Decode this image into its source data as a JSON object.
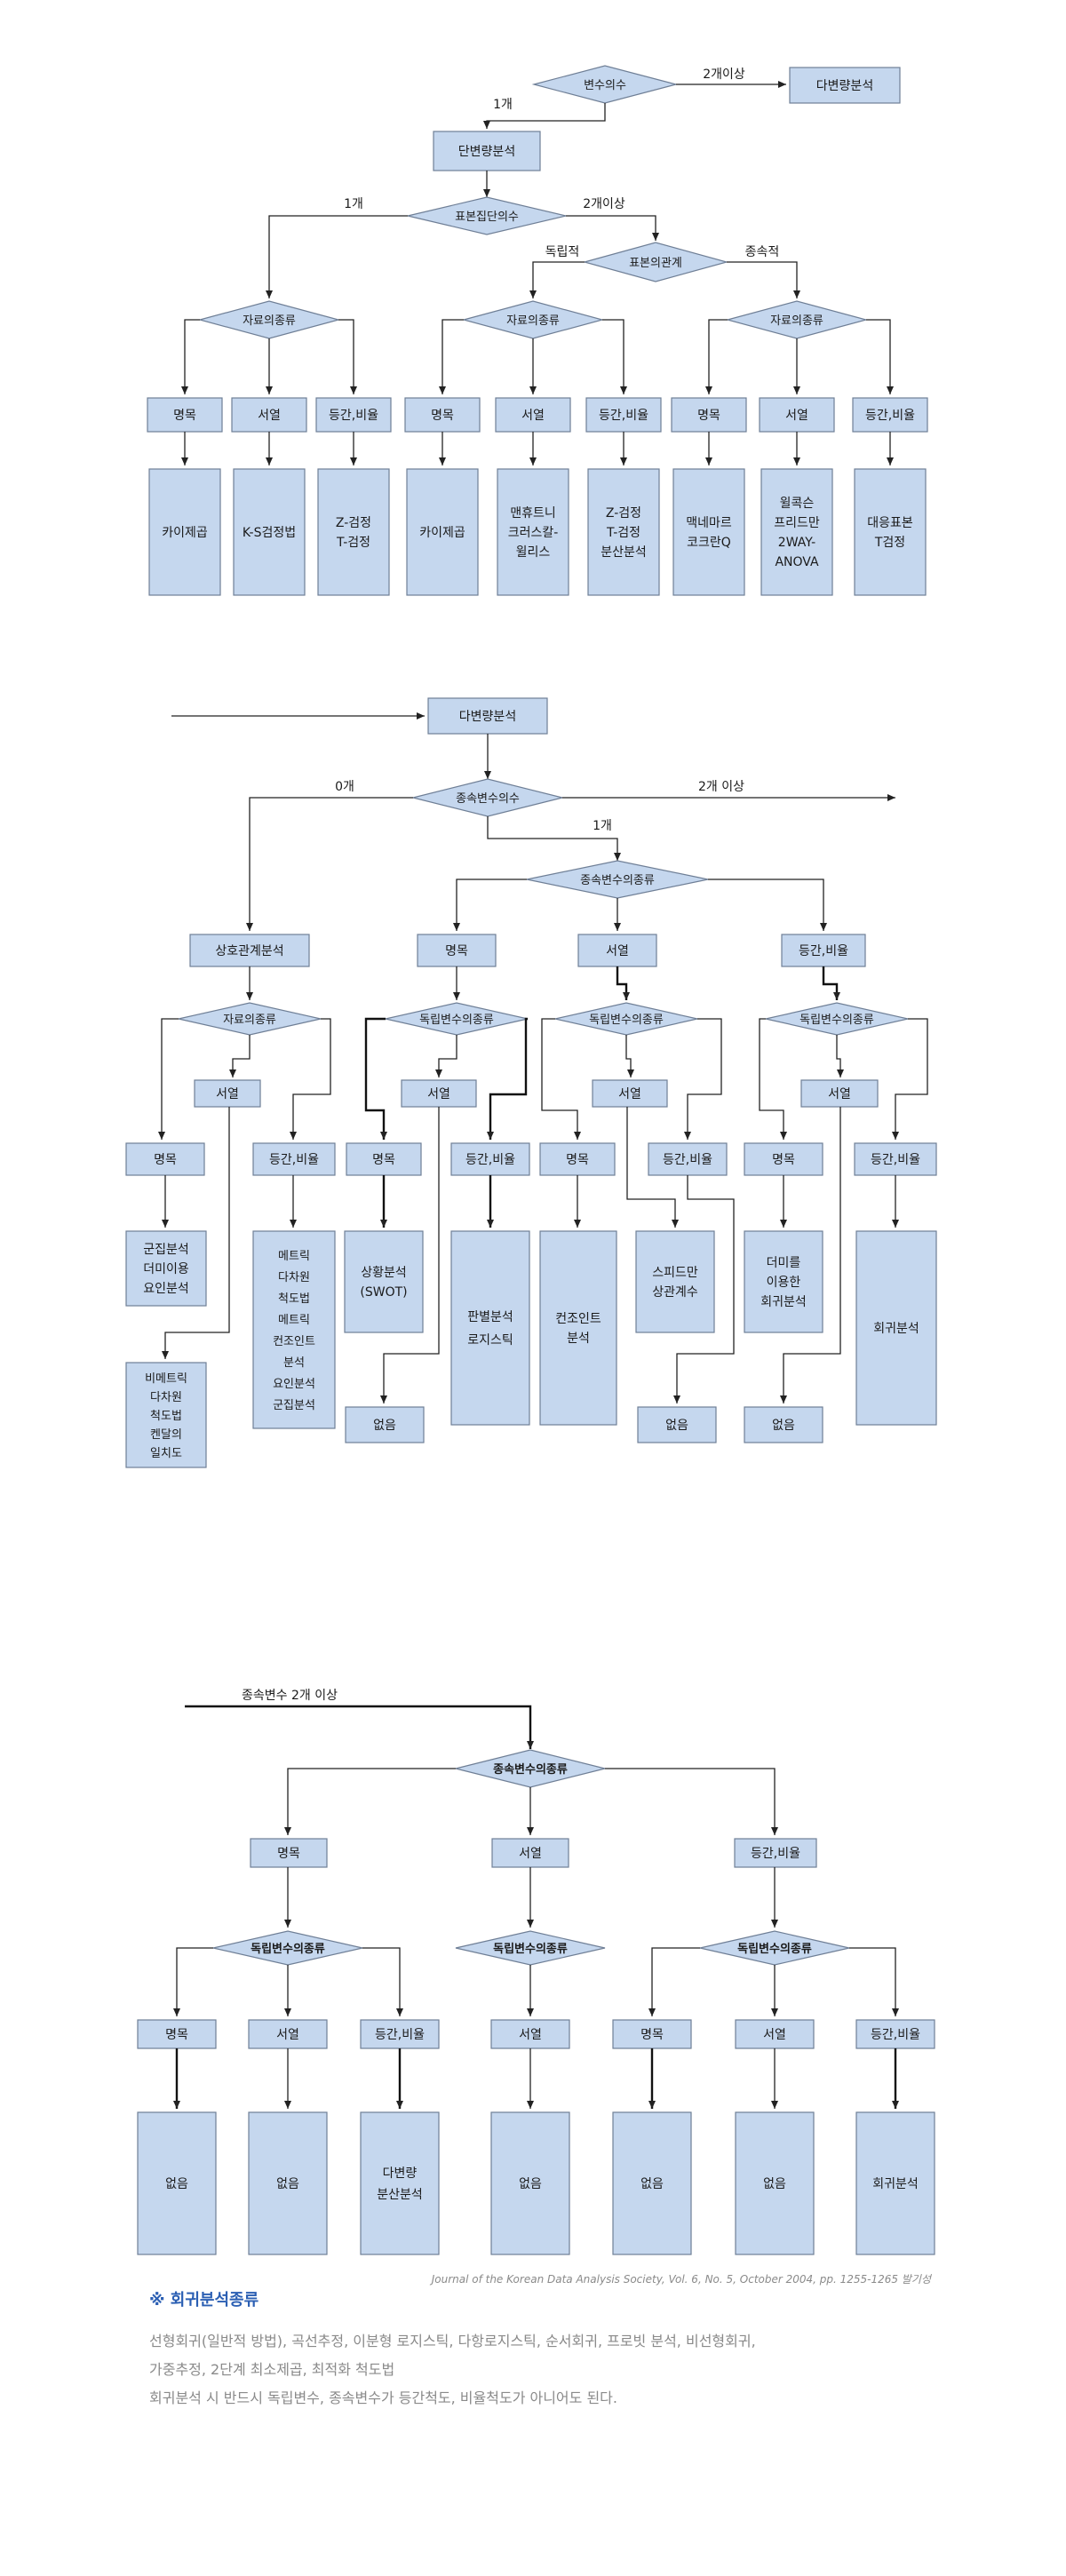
{
  "diagram1": {
    "root": "변수의수",
    "more_label": "2개이상",
    "multivariate": "다변량분석",
    "one_label": "1개",
    "univariate": "단변량분석",
    "samples": "표본집단의수",
    "samples_one": "1개",
    "samples_more": "2개이상",
    "relation": "표본의관계",
    "independent": "독립적",
    "dependent": "종속적",
    "datatype": "자료의종류",
    "nominal": "명목",
    "ordinal": "서열",
    "interval": "등간,비율",
    "r1": [
      "카이제곱"
    ],
    "r2": [
      "K-S검정법"
    ],
    "r3": [
      "Z-검정",
      "T-검정"
    ],
    "r4": [
      "카이제곱"
    ],
    "r5": [
      "맨휴트니",
      "크러스칼-",
      "윌리스"
    ],
    "r6": [
      "Z-검정",
      "T-검정",
      "분산분석"
    ],
    "r7": [
      "맥네마르",
      "코크란Q"
    ],
    "r8": [
      "윌콕슨",
      "프리드만",
      "2WAY-",
      "ANOVA"
    ],
    "r9": [
      "대응표본",
      "T검정"
    ]
  },
  "diagram2": {
    "top": "다변량분석",
    "dep_count": "종속변수의수",
    "zero": "0개",
    "two_more": "2개 이상",
    "one": "1개",
    "dep_type": "종속변수의종류",
    "correlation": "상호관계분석",
    "nominal": "명목",
    "ordinal": "서열",
    "interval": "등간,비율",
    "data_type": "자료의종류",
    "indep_type": "독립변수의종류",
    "none": "없음",
    "c_nominal": [
      "군집분석",
      "더미이용",
      "요인분석"
    ],
    "c_nonmetric": [
      "비메트릭",
      "다차원",
      "척도법",
      "켄달의",
      "일치도"
    ],
    "c_interval": [
      "메트릭",
      "다차원",
      "척도법",
      "메트릭",
      "컨조인트",
      "분석",
      "요인분석",
      "군집분석"
    ],
    "n_nominal": [
      "상황분석",
      "(SWOT)"
    ],
    "n_interval": [
      "판별분석",
      "로지스틱"
    ],
    "o_nominal": [
      "컨조인트",
      "분석"
    ],
    "o_interval": [
      "스피드만",
      "상관계수"
    ],
    "i_nominal": [
      "더미를",
      "이용한",
      "회귀분석"
    ],
    "i_interval": [
      "회귀분석"
    ]
  },
  "diagram3": {
    "start": "종속변수 2개 이상",
    "dep_type": "종속변수의종류",
    "nominal": "명목",
    "ordinal": "서열",
    "interval": "등간,비율",
    "indep_type": "독립변수의종류",
    "none": "없음",
    "manova": [
      "다변량",
      "분산분석"
    ],
    "regression": "회귀분석"
  },
  "citation": "Journal of the Korean Data Analysis Society, Vol. 6, No. 5, October 2004, pp. 1255-1265 발기성",
  "footer": {
    "title": "※ 회귀분석종류",
    "line1": "선형회귀(일반적 방법), 곡선추정, 이분형 로지스틱, 다항로지스틱, 순서회귀, 프로빗 분석, 비선형회귀,",
    "line2": "가중추정, 2단계 최소제곱, 최적화 척도법",
    "line3": "회귀분석 시 반드시 독립변수, 종속변수가 등간척도, 비율척도가 아니어도 된다."
  }
}
